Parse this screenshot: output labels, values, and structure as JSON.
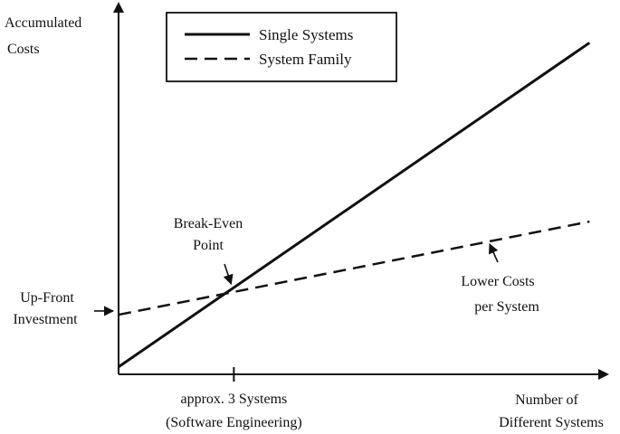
{
  "chart_data": {
    "type": "line",
    "ylabel_lines": [
      "Accumulated",
      "Costs"
    ],
    "xlabel_lines": [
      "Number of",
      "Different Systems"
    ],
    "xlim": [
      0,
      10
    ],
    "ylim": [
      0,
      10
    ],
    "series": [
      {
        "name": "Single Systems",
        "style": "solid",
        "x": [
          0,
          9.6
        ],
        "y": [
          0.2,
          8.9
        ]
      },
      {
        "name": "System Family",
        "style": "dashed",
        "x": [
          0,
          9.6
        ],
        "y": [
          1.6,
          4.1
        ]
      }
    ],
    "annotations": {
      "break_even": {
        "lines": [
          "Break-Even",
          "Point"
        ],
        "x": 2.35,
        "y": 2.33
      },
      "up_front": {
        "lines": [
          "Up-Front",
          "Investment"
        ],
        "y": 1.7
      },
      "lower_costs": {
        "lines": [
          "Lower Costs",
          "per System"
        ]
      },
      "x_tick": {
        "lines": [
          "approx. 3 Systems",
          "(Software Engineering)"
        ],
        "x": 2.35
      }
    },
    "legend_position": "top-left",
    "grid": false
  }
}
